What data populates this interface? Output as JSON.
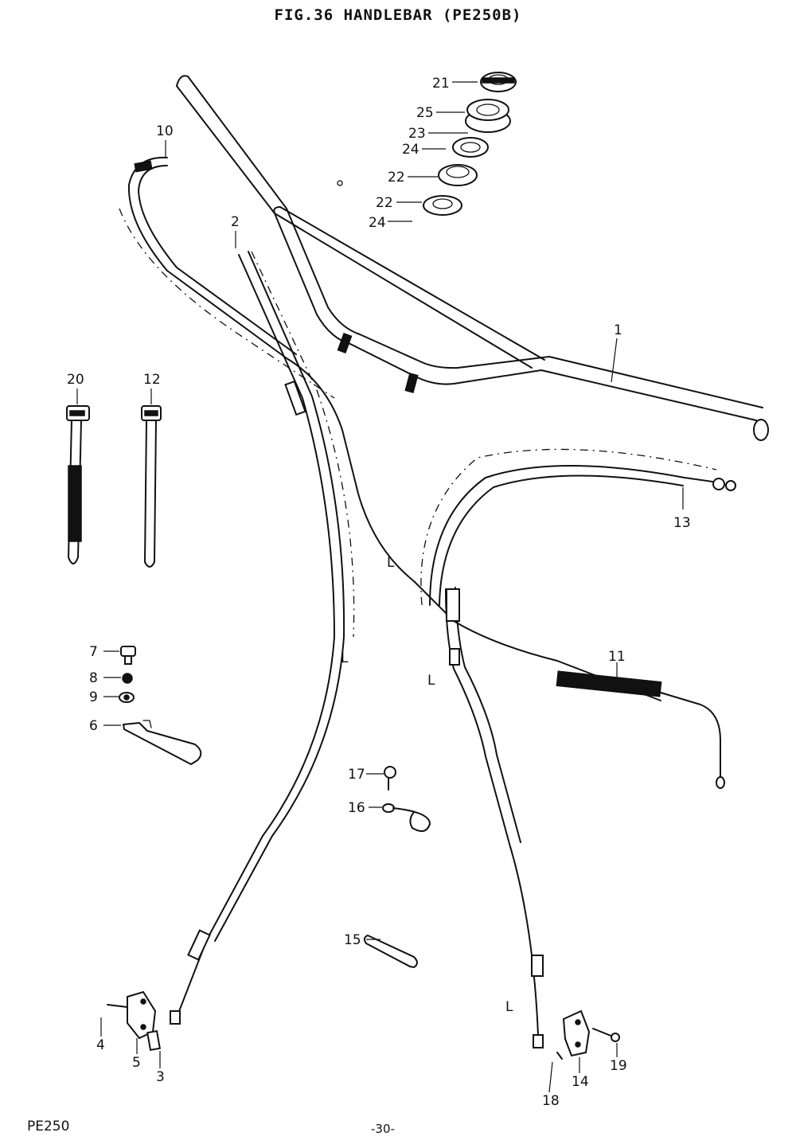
{
  "figure": {
    "title": "FIG.36  HANDLEBAR (PE250B)",
    "footer_model": "PE250",
    "page_number": "-30-"
  },
  "callouts": [
    {
      "id": "c21",
      "label": "21"
    },
    {
      "id": "c25",
      "label": "25"
    },
    {
      "id": "c23",
      "label": "23"
    },
    {
      "id": "c24a",
      "label": "24"
    },
    {
      "id": "c22a",
      "label": "22"
    },
    {
      "id": "c22b",
      "label": "22"
    },
    {
      "id": "c24b",
      "label": "24"
    },
    {
      "id": "c10",
      "label": "10"
    },
    {
      "id": "c2",
      "label": "2"
    },
    {
      "id": "c1",
      "label": "1"
    },
    {
      "id": "c20",
      "label": "20"
    },
    {
      "id": "c12",
      "label": "12"
    },
    {
      "id": "c13",
      "label": "13"
    },
    {
      "id": "c11",
      "label": "11"
    },
    {
      "id": "c7",
      "label": "7"
    },
    {
      "id": "c8",
      "label": "8"
    },
    {
      "id": "c9",
      "label": "9"
    },
    {
      "id": "c6",
      "label": "6"
    },
    {
      "id": "c17",
      "label": "17"
    },
    {
      "id": "c16",
      "label": "16"
    },
    {
      "id": "c15",
      "label": "15"
    },
    {
      "id": "c4",
      "label": "4"
    },
    {
      "id": "c5",
      "label": "5"
    },
    {
      "id": "c3",
      "label": "3"
    },
    {
      "id": "c14",
      "label": "14"
    },
    {
      "id": "c18",
      "label": "18"
    },
    {
      "id": "c19",
      "label": "19"
    }
  ],
  "length_marks": [
    {
      "id": "L1",
      "label": "L"
    },
    {
      "id": "L2",
      "label": "L"
    },
    {
      "id": "L3",
      "label": "L"
    },
    {
      "id": "L4",
      "label": "L"
    }
  ]
}
